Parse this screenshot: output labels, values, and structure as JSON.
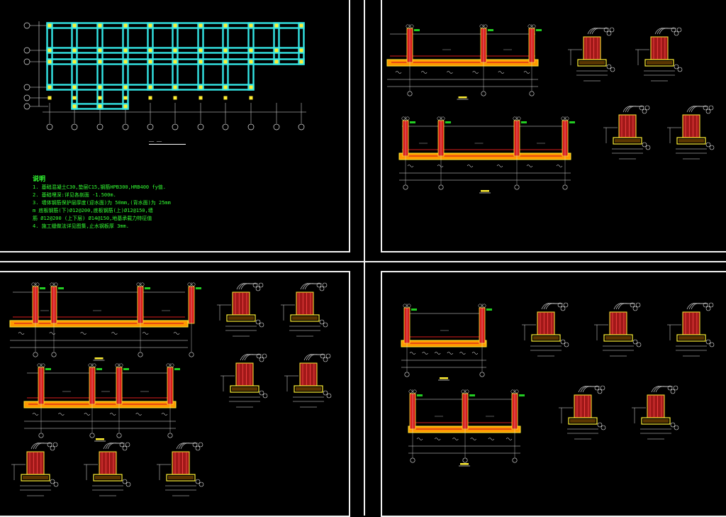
{
  "app": {
    "title": "CAD drawing viewer - foundation structure drawings"
  },
  "sheets": [
    {
      "name": "foundation-plan",
      "label": ""
    },
    {
      "name": "wall-sections-a",
      "label": ""
    },
    {
      "name": "wall-sections-b",
      "label": ""
    },
    {
      "name": "wall-sections-c",
      "label": ""
    }
  ],
  "plan": {
    "grid_color": "#33e6e6",
    "bubble_count_x": 11,
    "bubble_count_y": 6
  },
  "notes": {
    "heading": "说明",
    "lines": [
      "1. 基础混凝土C30,垫层C15,钢筋HPB300,HRB400 fy值.",
      "2. 基础埋深:详见各剖面 -1.500m.",
      "3. 墙体钢筋保护层厚度(迎水面)为 50mm,(背水面)为 25mm",
      "   m 底板钢筋(下)Ø12@200,底板钢筋(上)Ø12@150,墙",
      "   筋 Ø12@200 (上下层) Ø14@150,地基承载力特征值",
      "4. 施工缝做法详见图集,止水钢板厚 3mm."
    ]
  },
  "colors": {
    "background": "#000000",
    "border": "#f2f2f2",
    "wall_red": "#d81e1e",
    "slab_orange": "#ff9900",
    "outline_yellow": "#ffee33",
    "label_green": "#22cc22",
    "dim_white": "#e6e6e6",
    "note_green": "#33ff33"
  }
}
